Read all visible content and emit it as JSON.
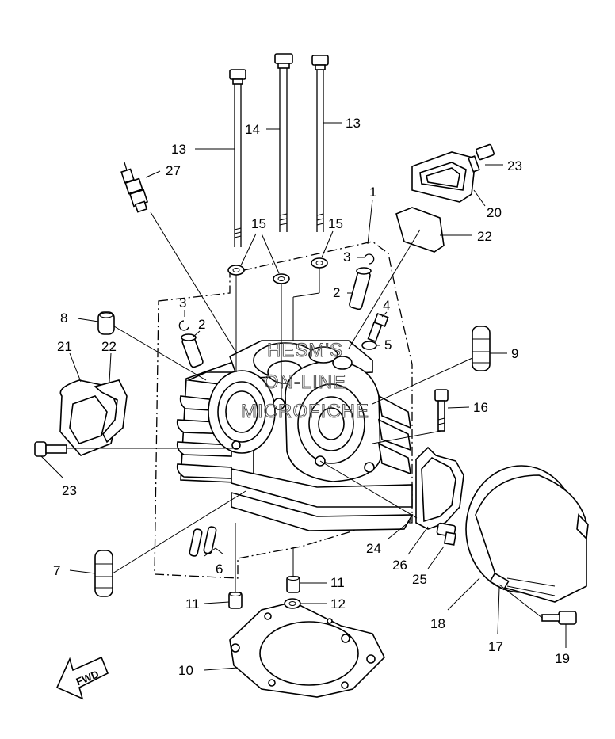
{
  "callouts": {
    "c1": "1",
    "c2a": "2",
    "c2b": "2",
    "c3a": "3",
    "c3b": "3",
    "c4": "4",
    "c5": "5",
    "c6": "6",
    "c7": "7",
    "c8": "8",
    "c9": "9",
    "c10": "10",
    "c11a": "11",
    "c11b": "11",
    "c12": "12",
    "c13a": "13",
    "c13b": "13",
    "c14": "14",
    "c15a": "15",
    "c15b": "15",
    "c16": "16",
    "c17": "17",
    "c18": "18",
    "c19": "19",
    "c20": "20",
    "c21": "21",
    "c22a": "22",
    "c22b": "22",
    "c23a": "23",
    "c23b": "23",
    "c24": "24",
    "c25": "25",
    "c26": "26",
    "c27": "27"
  },
  "fwd_label": "FWD",
  "watermark": {
    "line1": "HESM'S",
    "line2": "ON-LINE",
    "line3": "MICROFICHE"
  }
}
